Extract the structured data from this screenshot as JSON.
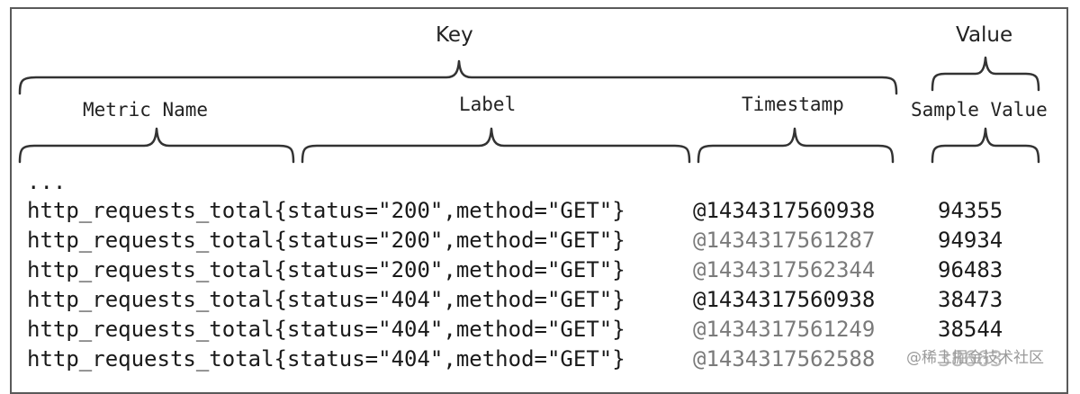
{
  "headers": {
    "key": "Key",
    "value": "Value",
    "metric_name": "Metric Name",
    "label": "Label",
    "timestamp": "Timestamp",
    "sample_value": "Sample Value"
  },
  "ellipsis": "...",
  "rows": [
    {
      "metric": "http_requests_total{status=\"200\",method=\"GET\"}",
      "timestamp": "@1434317560938",
      "value": "94355",
      "timestamp_style": "dark"
    },
    {
      "metric": "http_requests_total{status=\"200\",method=\"GET\"}",
      "timestamp": "@1434317561287",
      "value": "94934",
      "timestamp_style": "light"
    },
    {
      "metric": "http_requests_total{status=\"200\",method=\"GET\"}",
      "timestamp": "@1434317562344",
      "value": "96483",
      "timestamp_style": "light"
    },
    {
      "metric": "http_requests_total{status=\"404\",method=\"GET\"}",
      "timestamp": "@1434317560938",
      "value": "38473",
      "timestamp_style": "dark"
    },
    {
      "metric": "http_requests_total{status=\"404\",method=\"GET\"}",
      "timestamp": "@1434317561249",
      "value": "38544",
      "timestamp_style": "light"
    },
    {
      "metric": "http_requests_total{status=\"404\",method=\"GET\"}",
      "timestamp": "@1434317562588",
      "value": "38663",
      "timestamp_style": "light"
    }
  ],
  "watermark": "@稀土掘金技术社区",
  "colors": {
    "text": "#1a1a1a",
    "timestamp_light": "#7a7a7a",
    "brace": "#333333"
  }
}
